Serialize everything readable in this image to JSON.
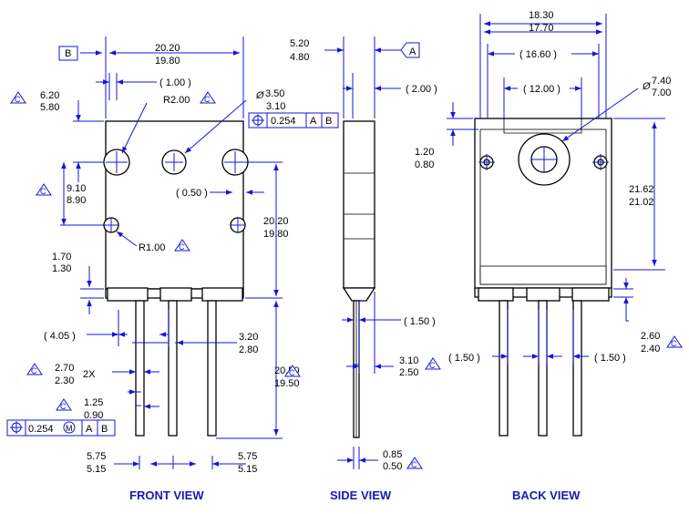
{
  "views": {
    "front": "FRONT VIEW",
    "side": "SIDE VIEW",
    "back": "BACK VIEW"
  },
  "datums": {
    "b": "B",
    "a": "A",
    "c": "C"
  },
  "front": {
    "width_max": "20.20",
    "width_min": "19.80",
    "pin_offset": "( 1.00 )",
    "top_to_hole_max": "6.20",
    "top_to_hole_min": "5.80",
    "radius_top": "R2.00",
    "hole_dia_symbol": "Ø",
    "hole_dia_max": "3.50",
    "hole_dia_min": "3.10",
    "fcf_value": "0.254",
    "fcf_a": "A",
    "fcf_b": "B",
    "hole_spacing_max": "9.10",
    "hole_spacing_min": "8.90",
    "notch": "( 0.50 )",
    "body_height_max": "20.20",
    "body_height_min": "19.80",
    "radius_bottom": "R1.00",
    "tab_max": "1.70",
    "tab_min": "1.30",
    "pitch_ref": "( 4.05 )",
    "lead_shoulder_max": "3.20",
    "lead_shoulder_min": "2.80",
    "lead_width_max": "2.70",
    "lead_width_min": "2.30",
    "lead_width_count": "2X",
    "lead_length_max": "20.50",
    "lead_length_min": "19.50",
    "lead_thk_max": "1.25",
    "lead_thk_min": "0.90",
    "fcf2_value": "0.254",
    "fcf2_mod": "M",
    "fcf2_a": "A",
    "fcf2_b": "B",
    "pitch_left_max": "5.75",
    "pitch_left_min": "5.15",
    "pitch_right_max": "5.75",
    "pitch_right_min": "5.15"
  },
  "side": {
    "thk_max": "5.20",
    "thk_min": "4.80",
    "step": "( 2.00 )",
    "lead_offset": "( 1.50 )",
    "lead_bend_max": "3.10",
    "lead_bend_min": "2.50",
    "lead_thk_max": "0.85",
    "lead_thk_min": "0.50"
  },
  "back": {
    "width_max": "18.30",
    "width_min": "17.70",
    "inner": "( 16.60 )",
    "pad": "( 12.00 )",
    "dia_symbol": "Ø",
    "dia_max": "7.40",
    "dia_min": "7.00",
    "edge_max": "1.20",
    "edge_min": "0.80",
    "height_max": "21.62",
    "height_min": "21.02",
    "standoff_max": "2.60",
    "standoff_min": "2.40",
    "lead_gap_left": "( 1.50 )",
    "lead_gap_right": "( 1.50 )"
  }
}
